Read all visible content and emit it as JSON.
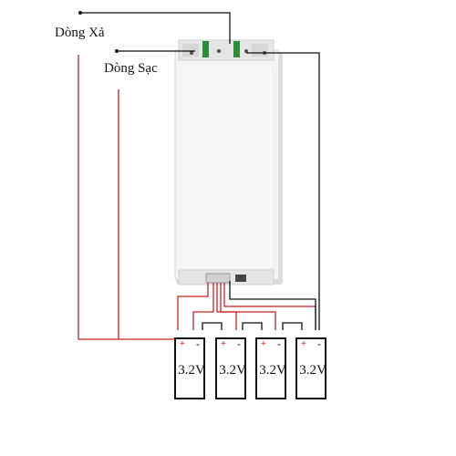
{
  "labels": {
    "discharge": "Dòng Xả",
    "charge": "Dòng Sạc"
  },
  "cells": [
    {
      "voltage": "3.2V",
      "positive": "+",
      "negative": "-"
    },
    {
      "voltage": "3.2V",
      "positive": "+",
      "negative": "-"
    },
    {
      "voltage": "3.2V",
      "positive": "+",
      "negative": "-"
    },
    {
      "voltage": "3.2V",
      "positive": "+",
      "negative": "-"
    }
  ],
  "colors": {
    "wire_positive": "#cc2222",
    "wire_negative": "#111111",
    "board": "#f2f2f2",
    "pcb": "#e4e4e4",
    "connector_green": "#2e8b3a"
  }
}
